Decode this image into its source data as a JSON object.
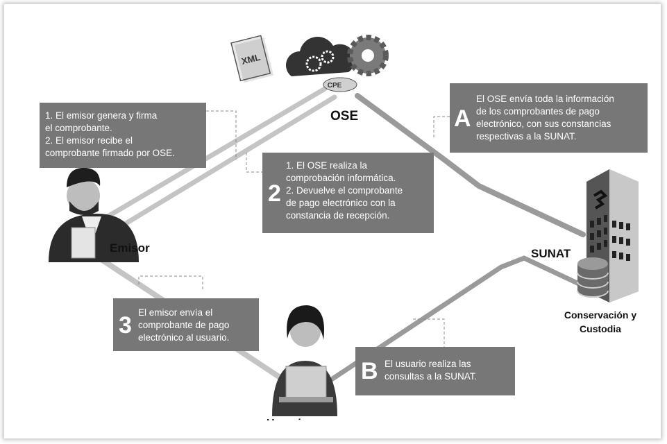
{
  "labels": {
    "ose": "OSE",
    "emisor": "Emisor",
    "sunat": "SUNAT",
    "conservacion": "Conservación y\nCustodia",
    "usuario_partial": "Usuario",
    "xml": "XML",
    "cpe": "CPE"
  },
  "steps": {
    "step1": {
      "text": "1. El emisor genera y firma\nel comprobante.\n2. El emisor recibe el\ncomprobante firmado por OSE."
    },
    "step2": {
      "number": "2",
      "text": "1. El OSE realiza la\ncomprobación informática.\n2. Devuelve el comprobante\nde pago electrónico con la\nconstancia de recepción."
    },
    "step3": {
      "number": "3",
      "text": "El emisor envía el\ncomprobante de pago\nelectrónico al usuario."
    },
    "stepA": {
      "letter": "A",
      "text": "El OSE envía toda la información\nde los comprobantes de pago\nelectrónico, con sus constancias\nrespectivas a la SUNAT."
    },
    "stepB": {
      "letter": "B",
      "text": "El usuario realiza las\nconsultas a la SUNAT."
    }
  },
  "colors": {
    "box": "#777777",
    "path": "#bdbdbd",
    "dark": "#222222"
  }
}
